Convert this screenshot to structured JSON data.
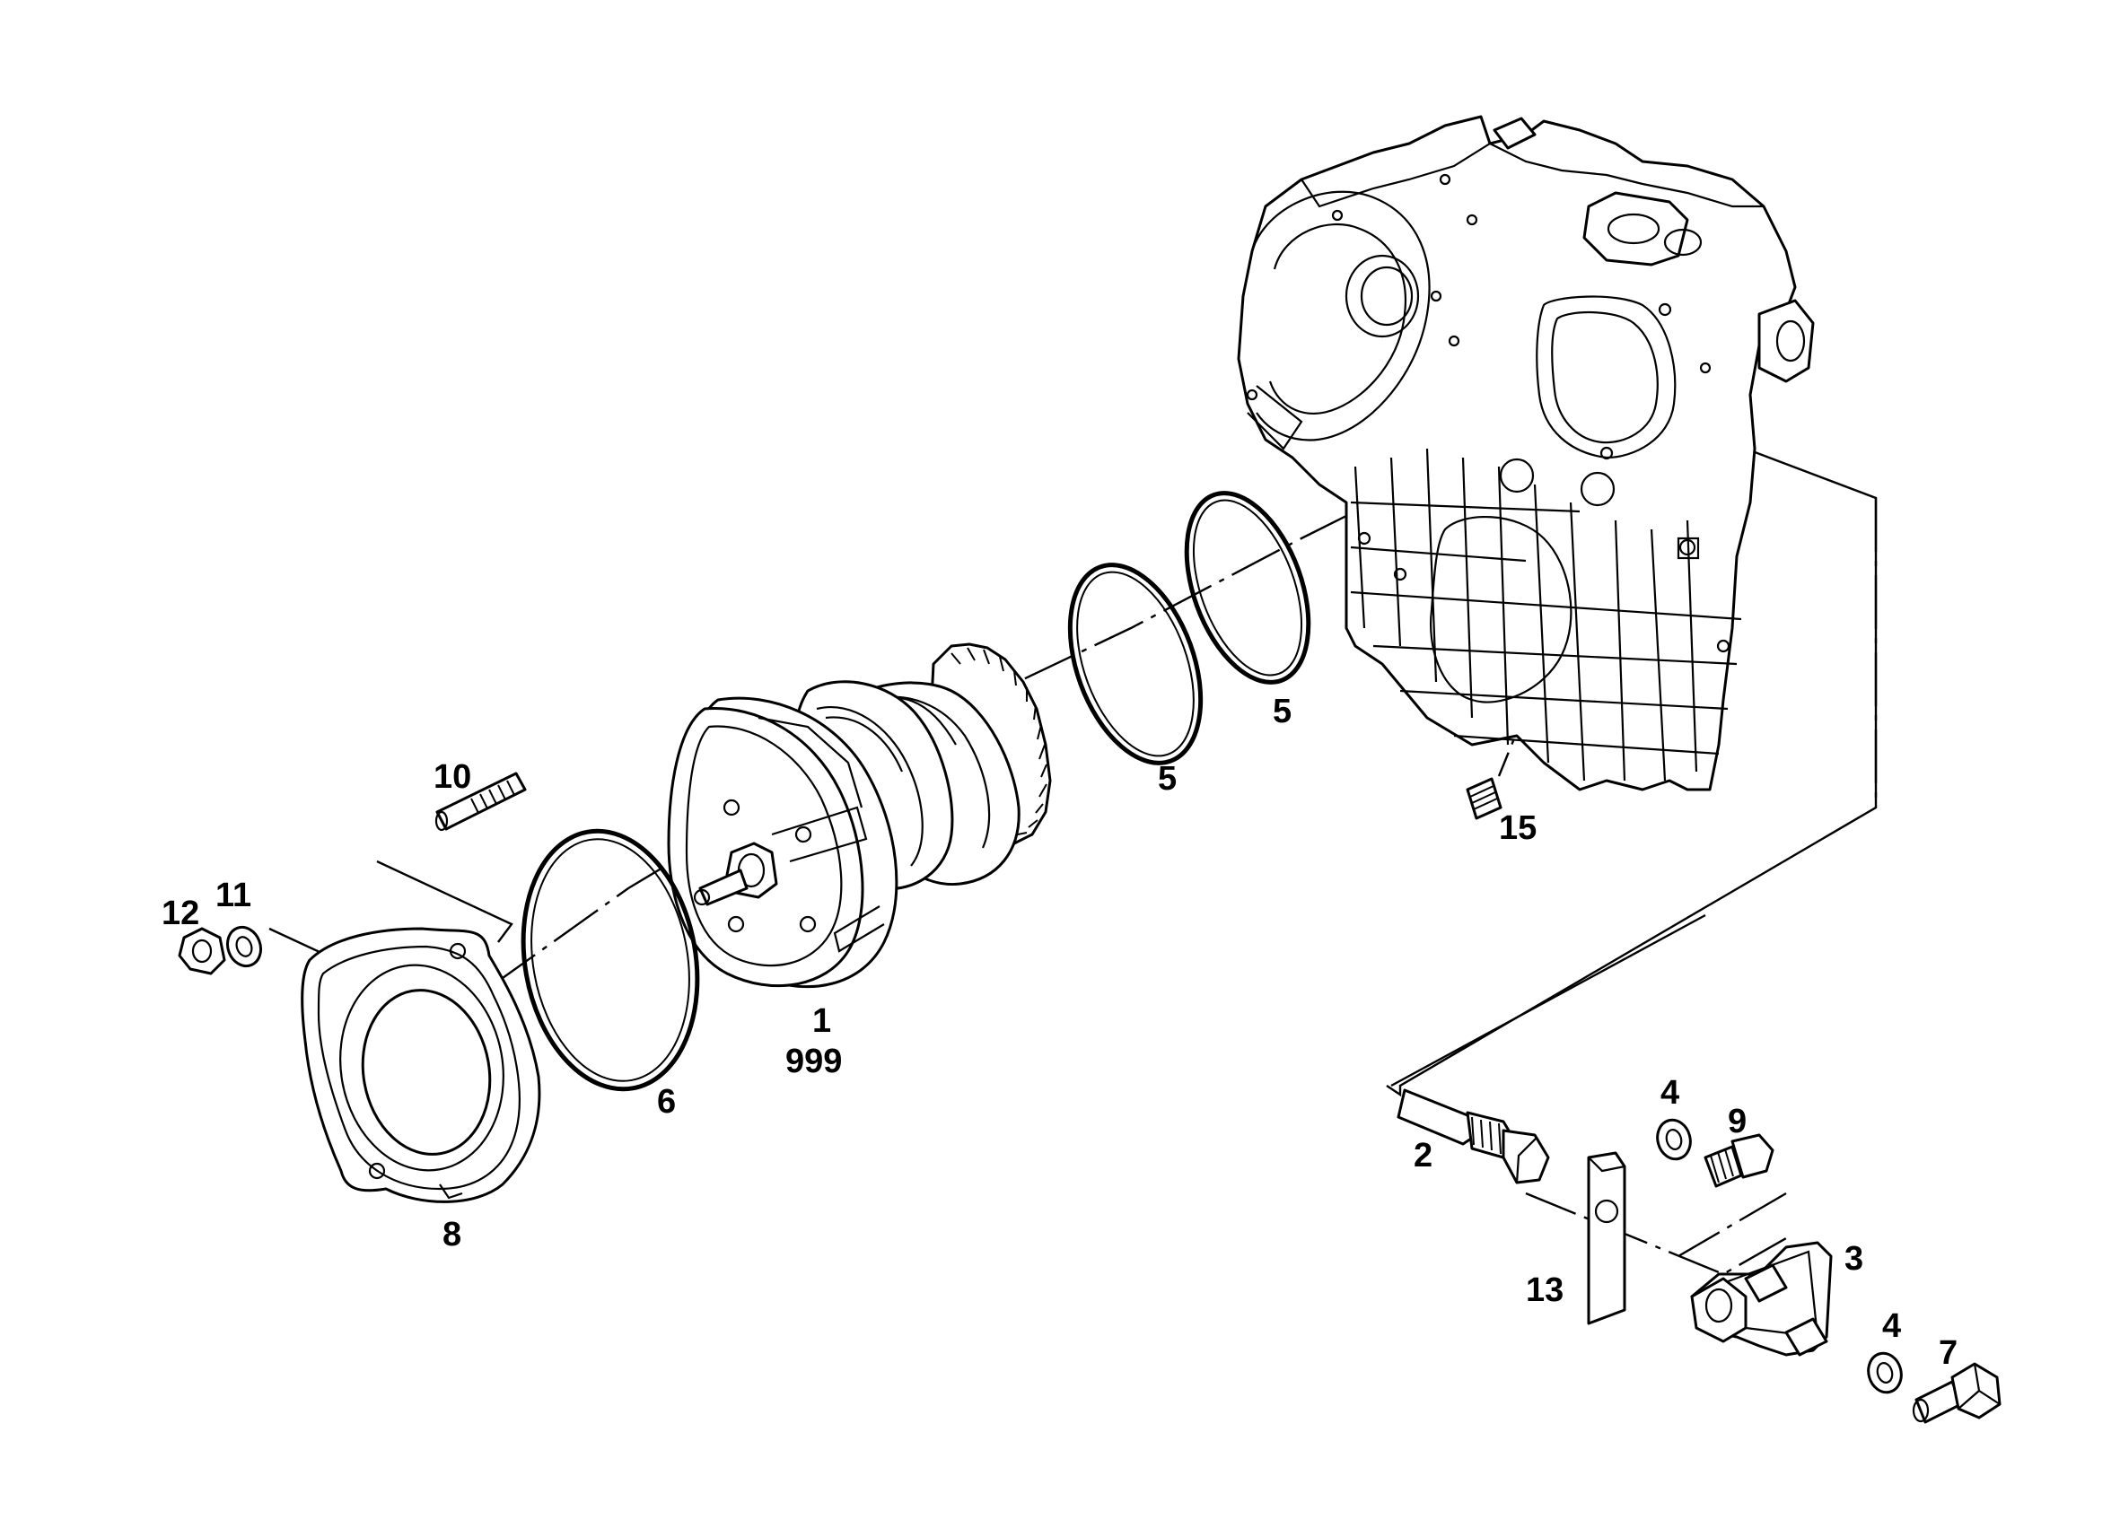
{
  "callouts": {
    "c1": "1",
    "c999": "999",
    "c2": "2",
    "c3": "3",
    "c4a": "4",
    "c4b": "4",
    "c5a": "5",
    "c5b": "5",
    "c6": "6",
    "c7": "7",
    "c8": "8",
    "c9": "9",
    "c10": "10",
    "c11": "11",
    "c12": "12",
    "c13": "13",
    "c15": "15"
  }
}
